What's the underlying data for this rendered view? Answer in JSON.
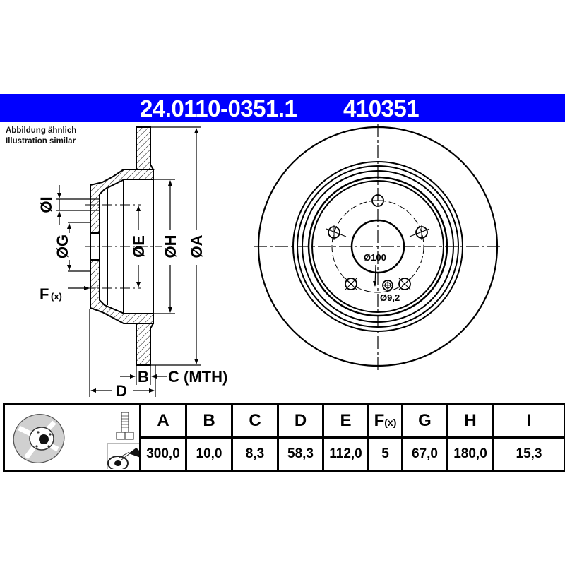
{
  "header": {
    "part_number": "24.0110-0351.1",
    "article_number": "410351",
    "band_color": "#0000ff"
  },
  "note": {
    "line1": "Abbildung ähnlich",
    "line2": "Illustration similar"
  },
  "cross_section": {
    "labels": {
      "I": "ØI",
      "G": "ØG",
      "E": "ØE",
      "H": "ØH",
      "A": "ØA",
      "F": "F",
      "F_sub": "(x)",
      "B": "B",
      "C": "C (MTH)",
      "D": "D"
    }
  },
  "front_view": {
    "bolt_circle_label": "Ø100",
    "hole_label": "Ø9,2",
    "bolt_holes": 5
  },
  "spec_table": {
    "icons": [
      "brake-disc-icon",
      "bolt-icon",
      "thread-spray-icon"
    ],
    "columns": [
      {
        "key": "A",
        "label": "A",
        "value": "300,0"
      },
      {
        "key": "B",
        "label": "B",
        "value": "10,0"
      },
      {
        "key": "C",
        "label": "C",
        "value": "8,3"
      },
      {
        "key": "D",
        "label": "D",
        "value": "58,3"
      },
      {
        "key": "E",
        "label": "E",
        "value": "112,0"
      },
      {
        "key": "F",
        "label": "F",
        "label_sub": "(x)",
        "value": "5"
      },
      {
        "key": "G",
        "label": "G",
        "value": "67,0"
      },
      {
        "key": "H",
        "label": "H",
        "value": "180,0"
      },
      {
        "key": "I",
        "label": "I",
        "value": "15,3"
      }
    ]
  }
}
